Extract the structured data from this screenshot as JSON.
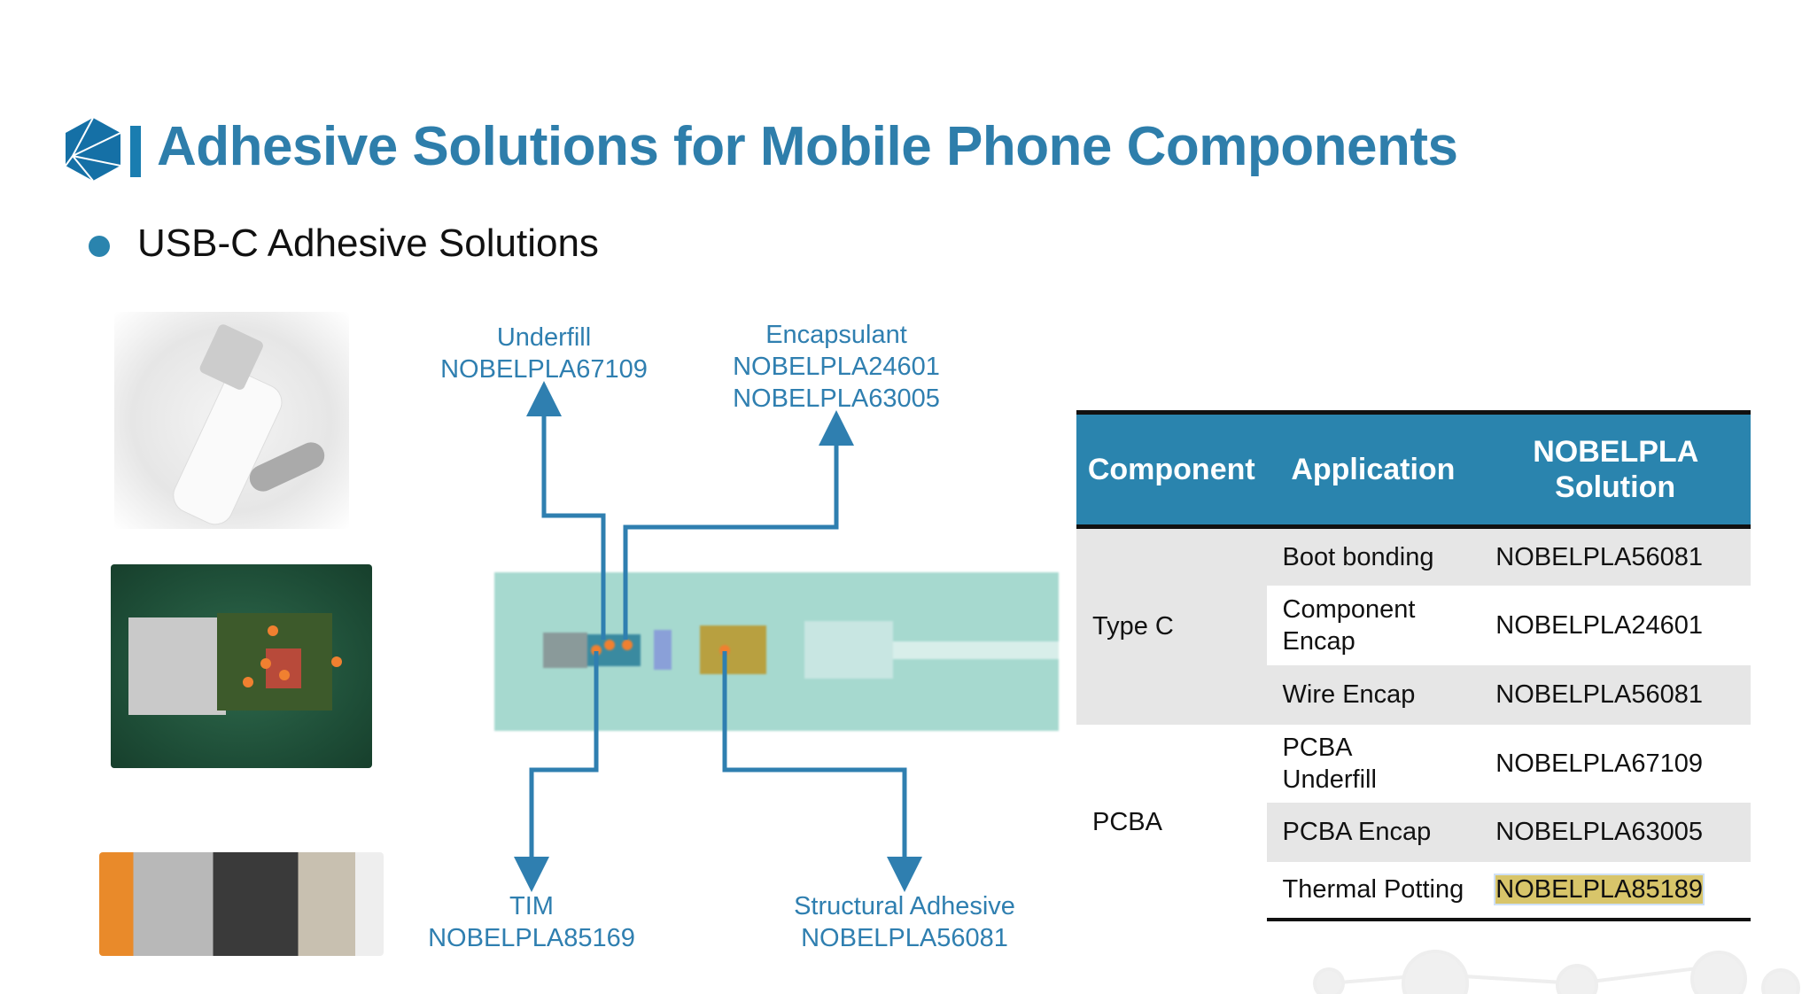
{
  "title": "Adhesive Solutions for Mobile Phone Components",
  "subtitle": "USB-C Adhesive Solutions",
  "colors": {
    "accent": "#2e7eab",
    "table_header": "#2a84ae",
    "highlight": "#d8c56a"
  },
  "callouts": {
    "underfill": {
      "name": "Underfill",
      "products": [
        "NOBELPLA67109"
      ]
    },
    "encapsulant": {
      "name": "Encapsulant",
      "products": [
        "NOBELPLA24601",
        "NOBELPLA63005"
      ]
    },
    "tim": {
      "name": "TIM",
      "products": [
        "NOBELPLA85169"
      ]
    },
    "structural": {
      "name": "Structural Adhesive",
      "products": [
        "NOBELPLA56081"
      ]
    }
  },
  "table": {
    "headers": [
      "Component",
      "Application",
      "NOBELPLA Solution"
    ],
    "groups": [
      {
        "component": "Type C",
        "rows": [
          {
            "application": "Boot bonding",
            "solution": "NOBELPLA56081"
          },
          {
            "application": "Component Encap",
            "solution": "NOBELPLA24601"
          },
          {
            "application": "Wire Encap",
            "solution": "NOBELPLA56081"
          }
        ]
      },
      {
        "component": "PCBA",
        "rows": [
          {
            "application": "PCBA Underfill",
            "solution": "NOBELPLA67109"
          },
          {
            "application": "PCBA Encap",
            "solution": "NOBELPLA63005"
          },
          {
            "application": "Thermal Potting",
            "solution": "NOBELPLA85189"
          }
        ]
      }
    ]
  }
}
